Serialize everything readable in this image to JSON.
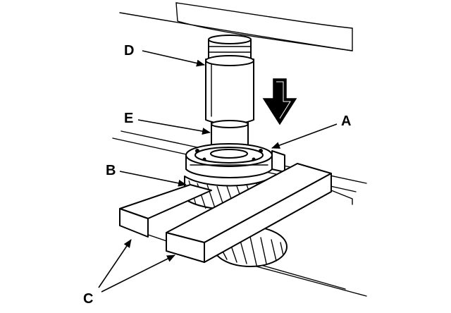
{
  "labels": {
    "a": "A",
    "b": "B",
    "c": "C",
    "d": "D",
    "e": "E"
  },
  "colors": {
    "line": "#000000",
    "background": "#ffffff"
  }
}
